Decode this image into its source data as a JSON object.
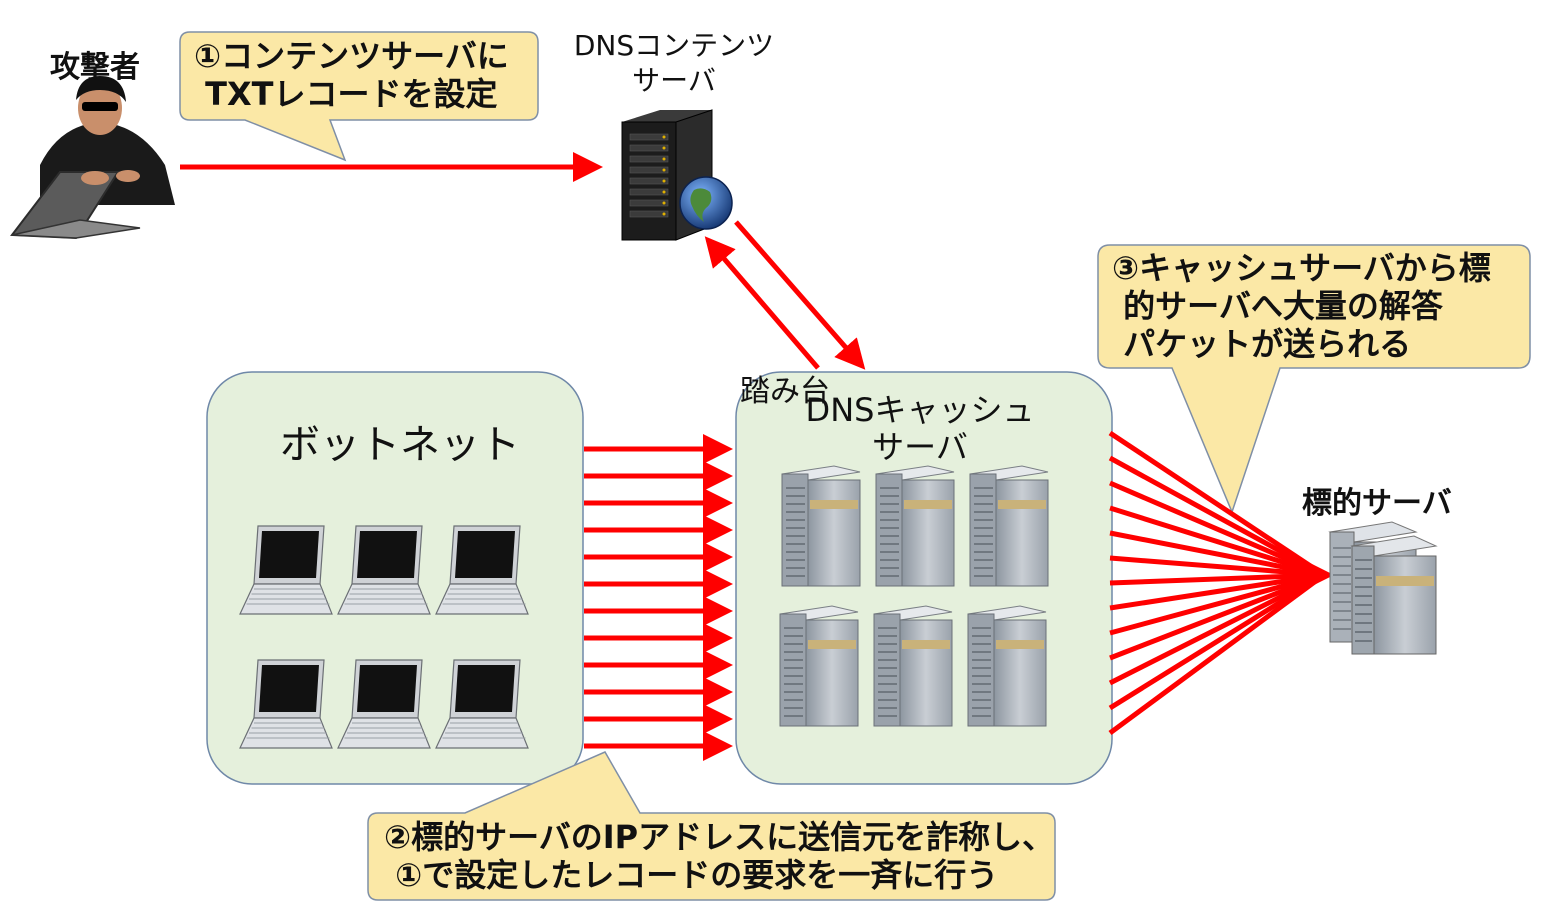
{
  "labels": {
    "attacker": "攻撃者",
    "dns_content_server": "DNSコンテンツ\nサーバ",
    "stepping_stone": "踏み台",
    "dns_cache_server": "DNSキャッシュ\nサーバ",
    "botnet": "ボットネット",
    "target_server": "標的サーバ"
  },
  "callouts": {
    "step1": "①コンテンツサーバに\n TXTレコードを設定",
    "step2": "②標的サーバのIPアドレスに送信元を詐称し、\n ①で設定したレコードの要求を一斉に行う",
    "step3": "③キャッシュサーバから標\n 的サーバへ大量の解答\n パケットが送られる"
  },
  "colors": {
    "arrow": "#ff0000",
    "group_fill": "#e5f0dc",
    "group_border": "#6f88a8",
    "callout_fill": "#fbe8a6",
    "callout_border": "#7f8fa6"
  }
}
